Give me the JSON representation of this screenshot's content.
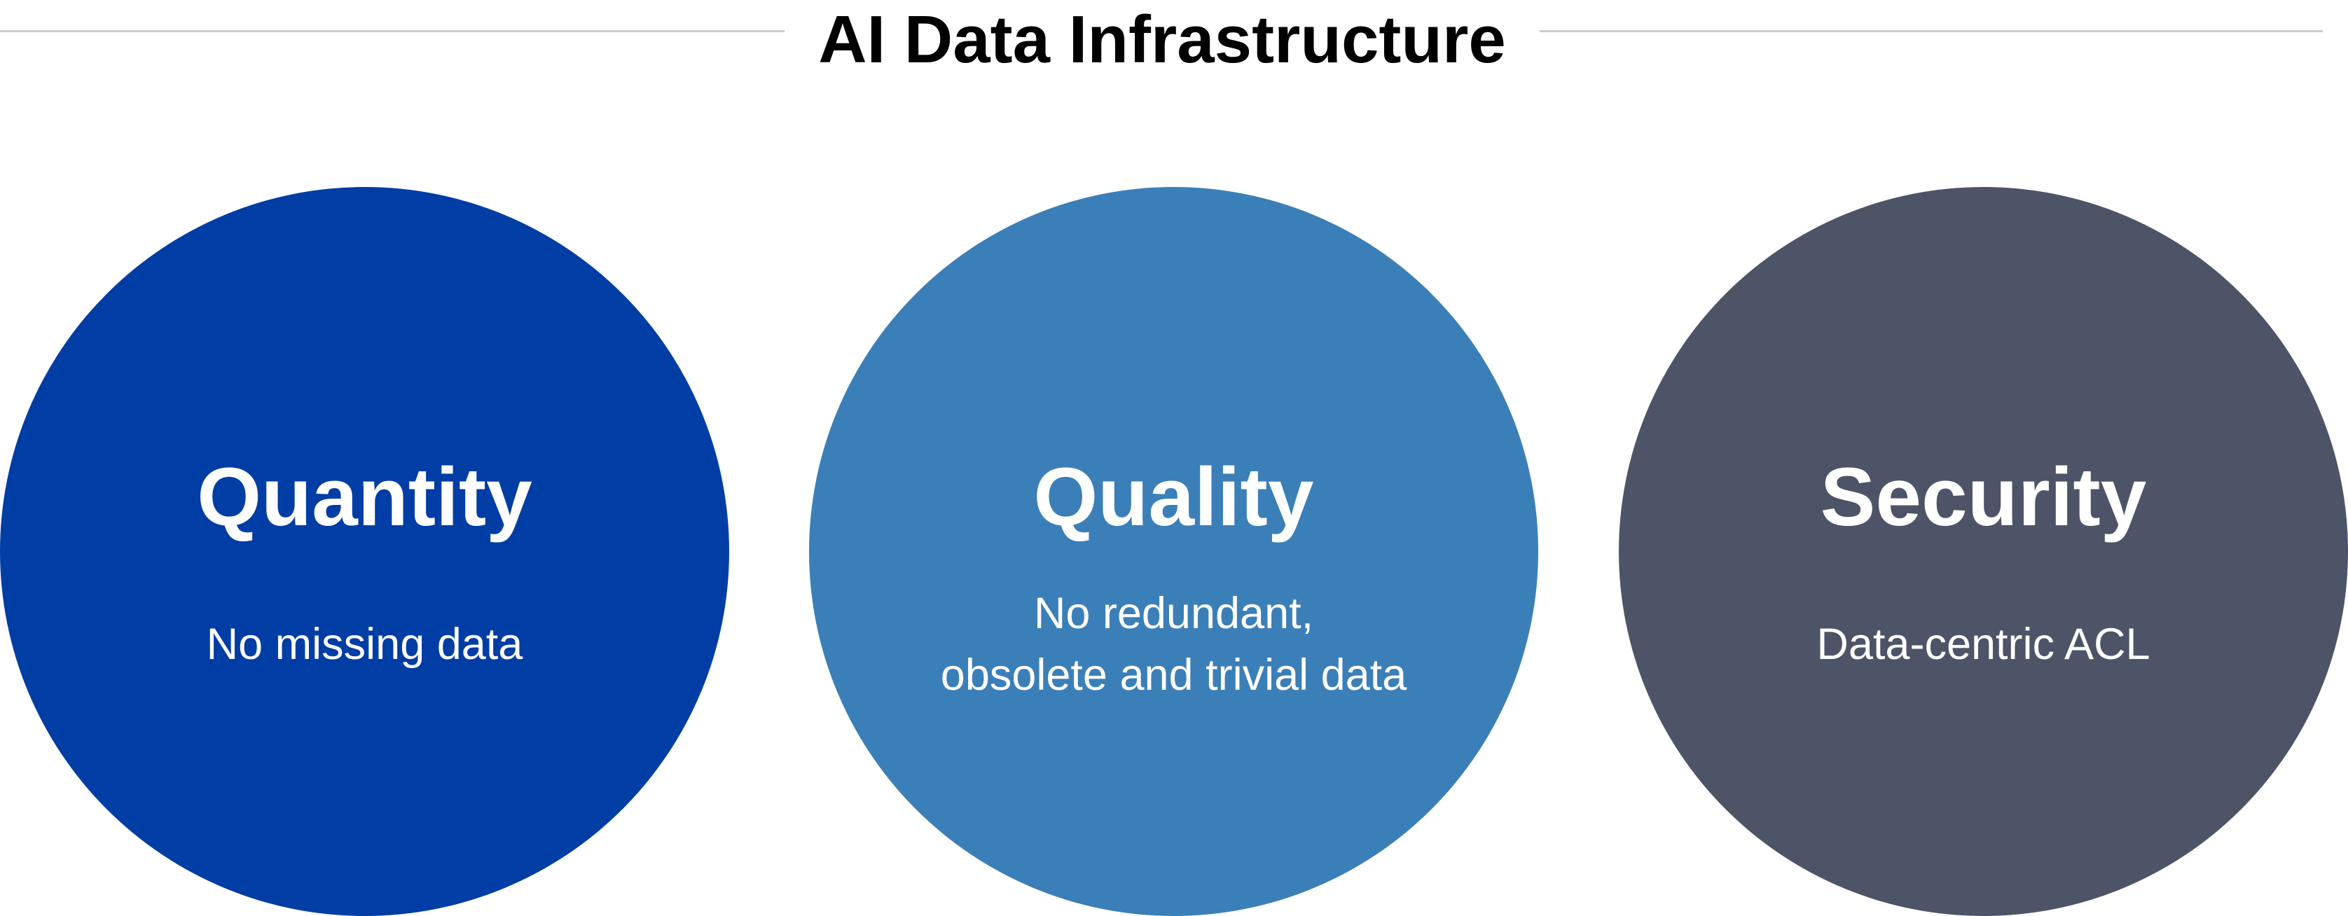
{
  "title": "AI Data Infrastructure",
  "pillars": [
    {
      "heading": "Quantity",
      "description": [
        "No missing data"
      ],
      "color": "#003DA5"
    },
    {
      "heading": "Quality",
      "description": [
        "No redundant,",
        "obsolete and trivial data"
      ],
      "color": "#3B7FB8"
    },
    {
      "heading": "Security",
      "description": [
        "Data-centric ACL"
      ],
      "color": "#4E5467"
    }
  ]
}
